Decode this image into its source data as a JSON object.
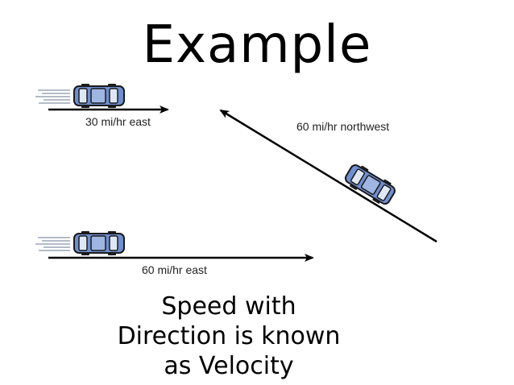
{
  "title": "Example",
  "scenarios": [
    {
      "label": "30 mi/hr east"
    },
    {
      "label": "60 mi/hr northwest"
    },
    {
      "label": "60 mi/hr east"
    }
  ],
  "caption": {
    "lines": [
      "Speed with",
      "Direction is known",
      "as Velocity"
    ]
  },
  "colors": {
    "car_body": "#6f8fd0",
    "car_outline": "#1a1a1a",
    "arrow": "#000000",
    "motion_lines": "#9aa5b5"
  }
}
